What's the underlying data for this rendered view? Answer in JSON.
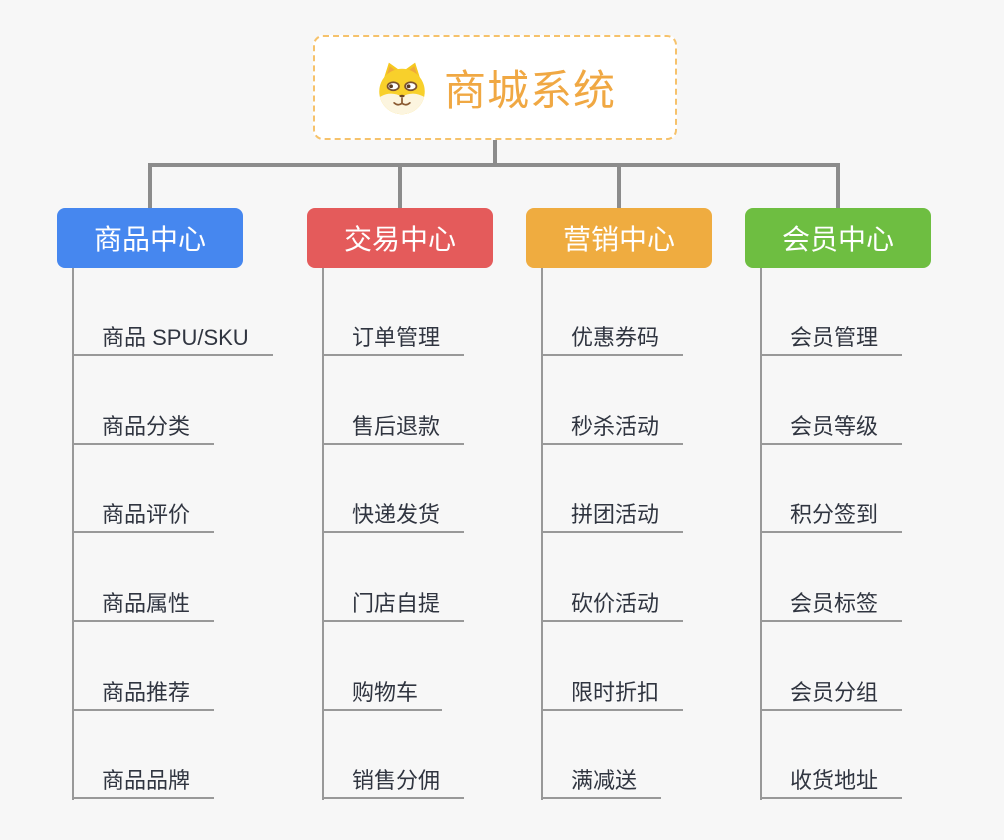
{
  "page": {
    "background": "#F7F7F7",
    "connector_color": "#8C8C8C",
    "underline_color": "#999999"
  },
  "root": {
    "title": "商城系统",
    "icon": "shiba-dog-icon",
    "title_color": "#F0A843",
    "border_color": "#F6C26B"
  },
  "branches": [
    {
      "label": "商品中心",
      "color": "#4687EF",
      "items": [
        "商品 SPU/SKU",
        "商品分类",
        "商品评价",
        "商品属性",
        "商品推荐",
        "商品品牌"
      ]
    },
    {
      "label": "交易中心",
      "color": "#E45B5B",
      "items": [
        "订单管理",
        "售后退款",
        "快递发货",
        "门店自提",
        "购物车",
        "销售分佣"
      ]
    },
    {
      "label": "营销中心",
      "color": "#EFAC40",
      "items": [
        "优惠券码",
        "秒杀活动",
        "拼团活动",
        "砍价活动",
        "限时折扣",
        "满减送"
      ]
    },
    {
      "label": "会员中心",
      "color": "#6EBE41",
      "items": [
        "会员管理",
        "会员等级",
        "积分签到",
        "会员标签",
        "会员分组",
        "收货地址"
      ]
    }
  ]
}
